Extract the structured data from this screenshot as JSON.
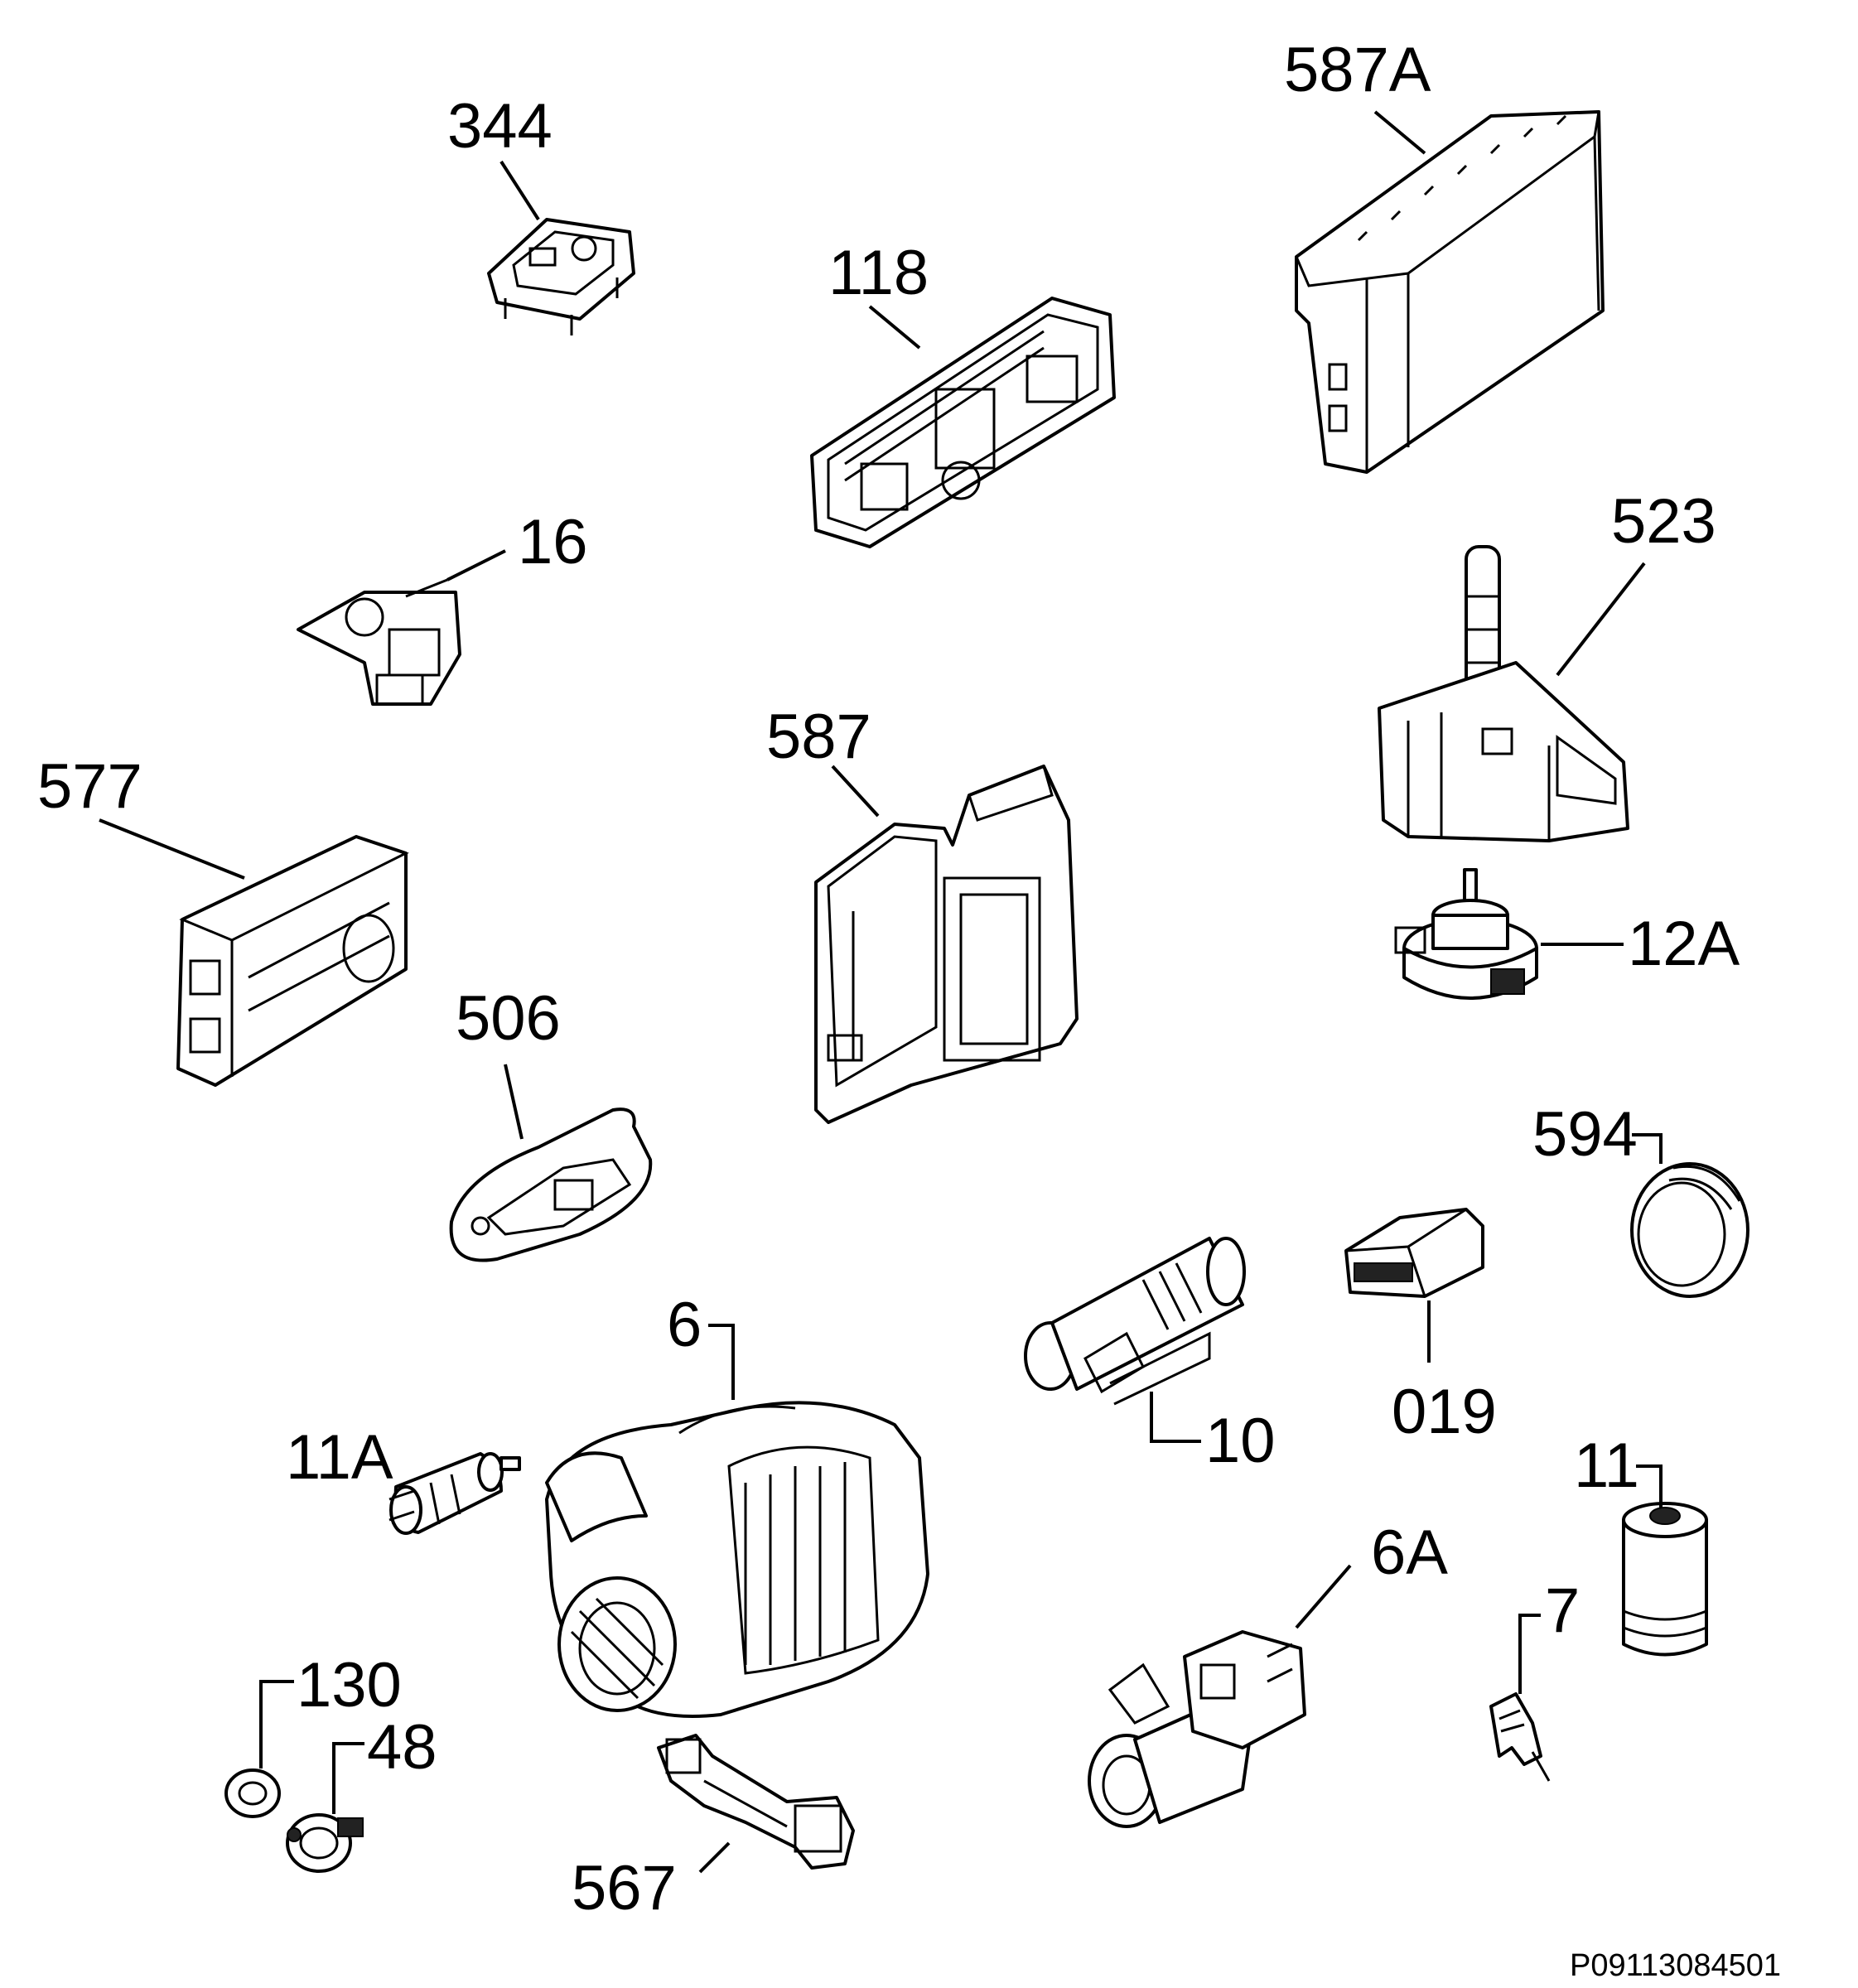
{
  "labels": {
    "l344": "344",
    "l587A": "587A",
    "l118": "118",
    "l16": "16",
    "l523": "523",
    "l577": "577",
    "l587": "587",
    "l12A": "12A",
    "l506": "506",
    "l594": "594",
    "l6": "6",
    "l019": "019",
    "l10": "10",
    "l11A": "11A",
    "l11": "11",
    "l6A": "6A",
    "l7": "7",
    "l130": "130",
    "l48": "48",
    "l567": "567"
  },
  "drawing_code": "P09113084501"
}
